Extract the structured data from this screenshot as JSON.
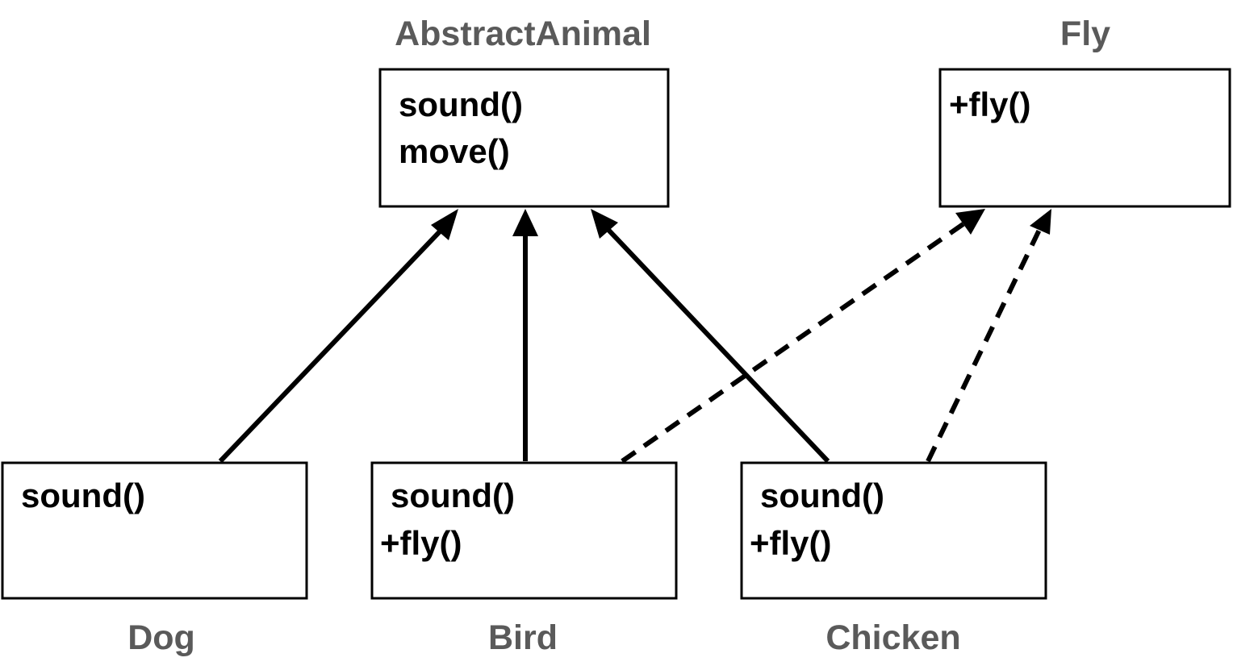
{
  "classes": {
    "abstract_animal": {
      "name": "AbstractAnimal",
      "methods": [
        "sound()",
        "move()"
      ]
    },
    "fly": {
      "name": "Fly",
      "methods": [
        "+fly()"
      ]
    },
    "dog": {
      "name": "Dog",
      "methods": [
        "sound()"
      ]
    },
    "bird": {
      "name": "Bird",
      "methods": [
        "sound()",
        "+fly()"
      ]
    },
    "chicken": {
      "name": "Chicken",
      "methods": [
        "sound()",
        "+fly()"
      ]
    }
  },
  "relations": [
    {
      "from": "Dog",
      "to": "AbstractAnimal",
      "style": "solid"
    },
    {
      "from": "Bird",
      "to": "AbstractAnimal",
      "style": "solid"
    },
    {
      "from": "Chicken",
      "to": "AbstractAnimal",
      "style": "solid"
    },
    {
      "from": "Bird",
      "to": "Fly",
      "style": "dashed"
    },
    {
      "from": "Chicken",
      "to": "Fly",
      "style": "dashed"
    }
  ]
}
